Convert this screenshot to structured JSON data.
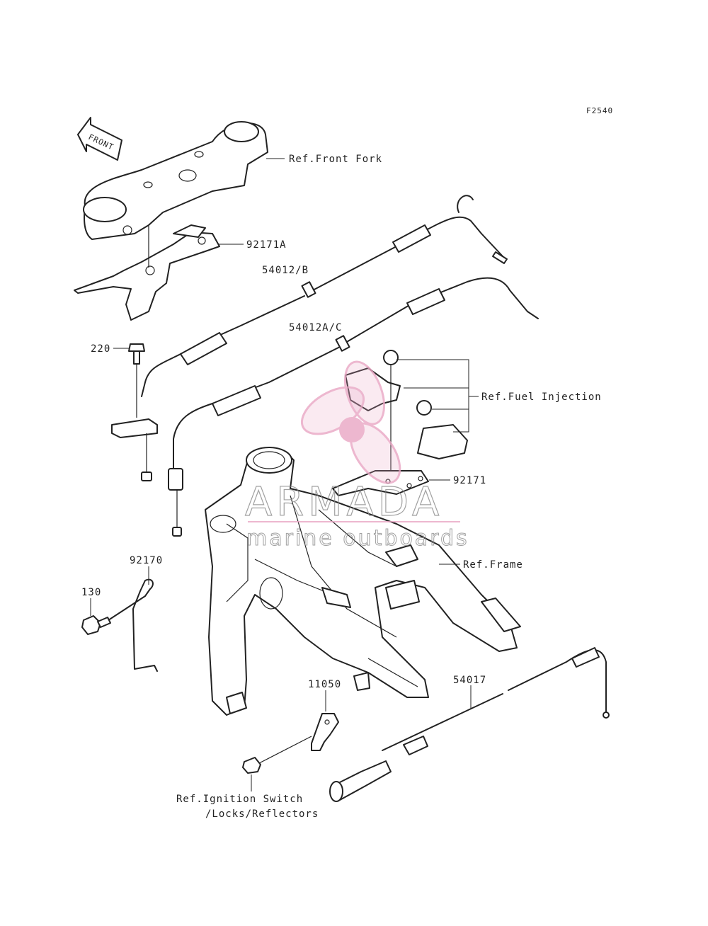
{
  "diagram_code": "F2540",
  "front_arrow_label": "FRONT",
  "labels": {
    "ref_front_fork": "Ref.Front Fork",
    "part_92171A": "92171A",
    "part_54012B": "54012/B",
    "part_54012AC": "54012A/C",
    "part_220": "220",
    "ref_fuel_injection": "Ref.Fuel Injection",
    "part_92171": "92171",
    "ref_frame": "Ref.Frame",
    "part_92170": "92170",
    "part_130": "130",
    "part_11050": "11050",
    "part_54017": "54017",
    "ref_ignition_line1": "Ref.Ignition Switch",
    "ref_ignition_line2": "/Locks/Reflectors"
  },
  "watermark": {
    "brand": "ARMADA",
    "tagline": "marine outboards",
    "logo_color": "#e9a6c4"
  }
}
